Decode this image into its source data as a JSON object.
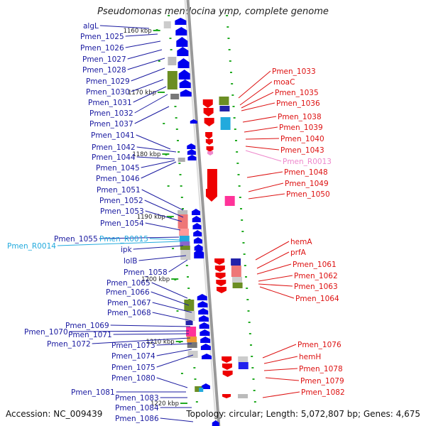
{
  "title": "Pseudomonas mendocina ymp, complete genome",
  "footer": {
    "accession": "Accession: NC_009439",
    "topology": "Topology: circular; Length: 5,072,807 bp; Genes: 4,675"
  },
  "colors": {
    "left_label": "#1a1aa0",
    "right_label": "#dd1111",
    "rna_label_pink": "#ee88cc",
    "rna_label_cyan": "#22aadd",
    "forward_arrow": "#0000ee",
    "reverse_arrow": "#ee0000",
    "backbone": "#999999",
    "tick": "#22aa22"
  },
  "scale_labels": [
    "1160 kbp",
    "1170 kbp",
    "1180 kbp",
    "1190 kbp",
    "1200 kbp",
    "1210 kbp",
    "1220 kbp"
  ],
  "left_labels": [
    {
      "text": "algL",
      "kind": "gene"
    },
    {
      "text": "Pmen_1025",
      "kind": "gene"
    },
    {
      "text": "Pmen_1026",
      "kind": "gene"
    },
    {
      "text": "Pmen_1027",
      "kind": "gene"
    },
    {
      "text": "Pmen_1028",
      "kind": "gene"
    },
    {
      "text": "Pmen_1029",
      "kind": "gene"
    },
    {
      "text": "Pmen_1030",
      "kind": "gene"
    },
    {
      "text": "Pmen_1031",
      "kind": "gene"
    },
    {
      "text": "Pmen_1032",
      "kind": "gene"
    },
    {
      "text": "Pmen_1037",
      "kind": "gene"
    },
    {
      "text": "Pmen_1041",
      "kind": "gene"
    },
    {
      "text": "Pmen_1042",
      "kind": "gene"
    },
    {
      "text": "Pmen_1044",
      "kind": "gene"
    },
    {
      "text": "Pmen_1045",
      "kind": "gene"
    },
    {
      "text": "Pmen_1046",
      "kind": "gene"
    },
    {
      "text": "Pmen_1051",
      "kind": "gene"
    },
    {
      "text": "Pmen_1052",
      "kind": "gene"
    },
    {
      "text": "Pmen_1053",
      "kind": "gene"
    },
    {
      "text": "Pmen_1054",
      "kind": "gene"
    },
    {
      "text": "Pmen_1055",
      "kind": "gene"
    },
    {
      "text": "Pmen_R0015",
      "kind": "rna"
    },
    {
      "text": "Pmen_R0014",
      "kind": "rna"
    },
    {
      "text": "ipk",
      "kind": "gene"
    },
    {
      "text": "lolB",
      "kind": "gene"
    },
    {
      "text": "Pmen_1058",
      "kind": "gene"
    },
    {
      "text": "Pmen_1065",
      "kind": "gene"
    },
    {
      "text": "Pmen_1066",
      "kind": "gene"
    },
    {
      "text": "Pmen_1067",
      "kind": "gene"
    },
    {
      "text": "Pmen_1068",
      "kind": "gene"
    },
    {
      "text": "Pmen_1069",
      "kind": "gene"
    },
    {
      "text": "Pmen_1070",
      "kind": "gene"
    },
    {
      "text": "Pmen_1071",
      "kind": "gene"
    },
    {
      "text": "Pmen_1072",
      "kind": "gene"
    },
    {
      "text": "Pmen_1073",
      "kind": "gene"
    },
    {
      "text": "Pmen_1074",
      "kind": "gene"
    },
    {
      "text": "Pmen_1075",
      "kind": "gene"
    },
    {
      "text": "Pmen_1080",
      "kind": "gene"
    },
    {
      "text": "Pmen_1081",
      "kind": "gene"
    },
    {
      "text": "Pmen_1083",
      "kind": "gene"
    },
    {
      "text": "Pmen_1084",
      "kind": "gene"
    },
    {
      "text": "Pmen_1086",
      "kind": "gene"
    }
  ],
  "right_labels": [
    {
      "text": "Pmen_1033",
      "kind": "gene"
    },
    {
      "text": "moaC",
      "kind": "gene"
    },
    {
      "text": "Pmen_1035",
      "kind": "gene"
    },
    {
      "text": "Pmen_1036",
      "kind": "gene"
    },
    {
      "text": "Pmen_1038",
      "kind": "gene"
    },
    {
      "text": "Pmen_1039",
      "kind": "gene"
    },
    {
      "text": "Pmen_1040",
      "kind": "gene"
    },
    {
      "text": "Pmen_1043",
      "kind": "gene"
    },
    {
      "text": "Pmen_R0013",
      "kind": "rna"
    },
    {
      "text": "Pmen_1048",
      "kind": "gene"
    },
    {
      "text": "Pmen_1049",
      "kind": "gene"
    },
    {
      "text": "Pmen_1050",
      "kind": "gene"
    },
    {
      "text": "hemA",
      "kind": "gene"
    },
    {
      "text": "prfA",
      "kind": "gene"
    },
    {
      "text": "Pmen_1061",
      "kind": "gene"
    },
    {
      "text": "Pmen_1062",
      "kind": "gene"
    },
    {
      "text": "Pmen_1063",
      "kind": "gene"
    },
    {
      "text": "Pmen_1064",
      "kind": "gene"
    },
    {
      "text": "Pmen_1076",
      "kind": "gene"
    },
    {
      "text": "hemH",
      "kind": "gene"
    },
    {
      "text": "Pmen_1078",
      "kind": "gene"
    },
    {
      "text": "Pmen_1079",
      "kind": "gene"
    },
    {
      "text": "Pmen_1082",
      "kind": "gene"
    }
  ]
}
